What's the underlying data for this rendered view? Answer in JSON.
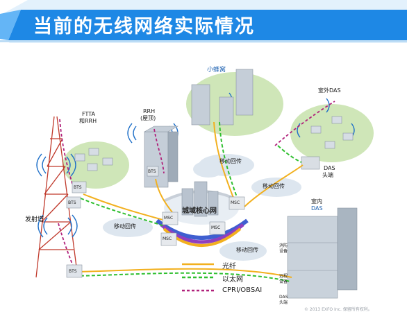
{
  "title": "当前的无线网络实际情况",
  "labels": {
    "ftta_line1": "FTTA",
    "ftta_line2": "和RRH",
    "rrh_line1": "RRH",
    "rrh_line2": "(屋顶)",
    "small_cell": "小蜂窝",
    "outdoor_das": "室外DAS",
    "das_head_line1": "DAS",
    "das_head_line2": "头端",
    "indoor_das_line1": "室内",
    "indoor_das_line2": "DAS",
    "transmit_tower": "发射塔",
    "mobile_backhaul_1": "移动回传",
    "mobile_backhaul_2": "移动回传",
    "mobile_backhaul_3": "移动回传",
    "mobile_backhaul_4": "移动回传",
    "metro_core": "城域核心网",
    "bts_1": "BTS",
    "bts_2": "BTS",
    "bts_3": "BTS",
    "bts_4": "BTS",
    "msc_1": "MSC",
    "msc_2": "MSC",
    "msc_3": "MSC",
    "msc_4": "MSC",
    "indoor_label_1a": "消防",
    "indoor_label_1b": "设备",
    "indoor_label_2a": "远程",
    "indoor_label_2b": "设备",
    "indoor_das_head_1": "DAS",
    "indoor_das_head_2": "头端"
  },
  "legend": [
    {
      "label": "光纤",
      "color": "#f2b01e",
      "style": "solid"
    },
    {
      "label": "以太网",
      "color": "#2fbf2f",
      "style": "dashed"
    },
    {
      "label": "CPRI/OBSAI",
      "color": "#b0207a",
      "style": "dashed"
    }
  ],
  "footer": "© 2013 EXFO Inc. 保留所有权利。",
  "colors": {
    "banner": "#1e88e5",
    "banner_light": "#64b5f6",
    "fiber": "#f2b01e",
    "ethernet": "#2fbf2f",
    "cpri": "#b0207a"
  }
}
